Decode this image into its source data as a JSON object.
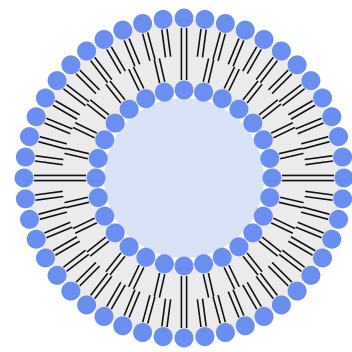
{
  "diagram": {
    "kind": "liposome-cross-section",
    "colors": {
      "background": "#ffffff",
      "bilayer_fill": "#ebebeb",
      "interior_fill": "#d9e2f6",
      "head_fill": "#6b8ff0",
      "tail_stroke": "#111111"
    },
    "outer_leaflet_head_count": 48,
    "inner_leaflet_head_count": 28,
    "tails_per_lipid": 2
  }
}
